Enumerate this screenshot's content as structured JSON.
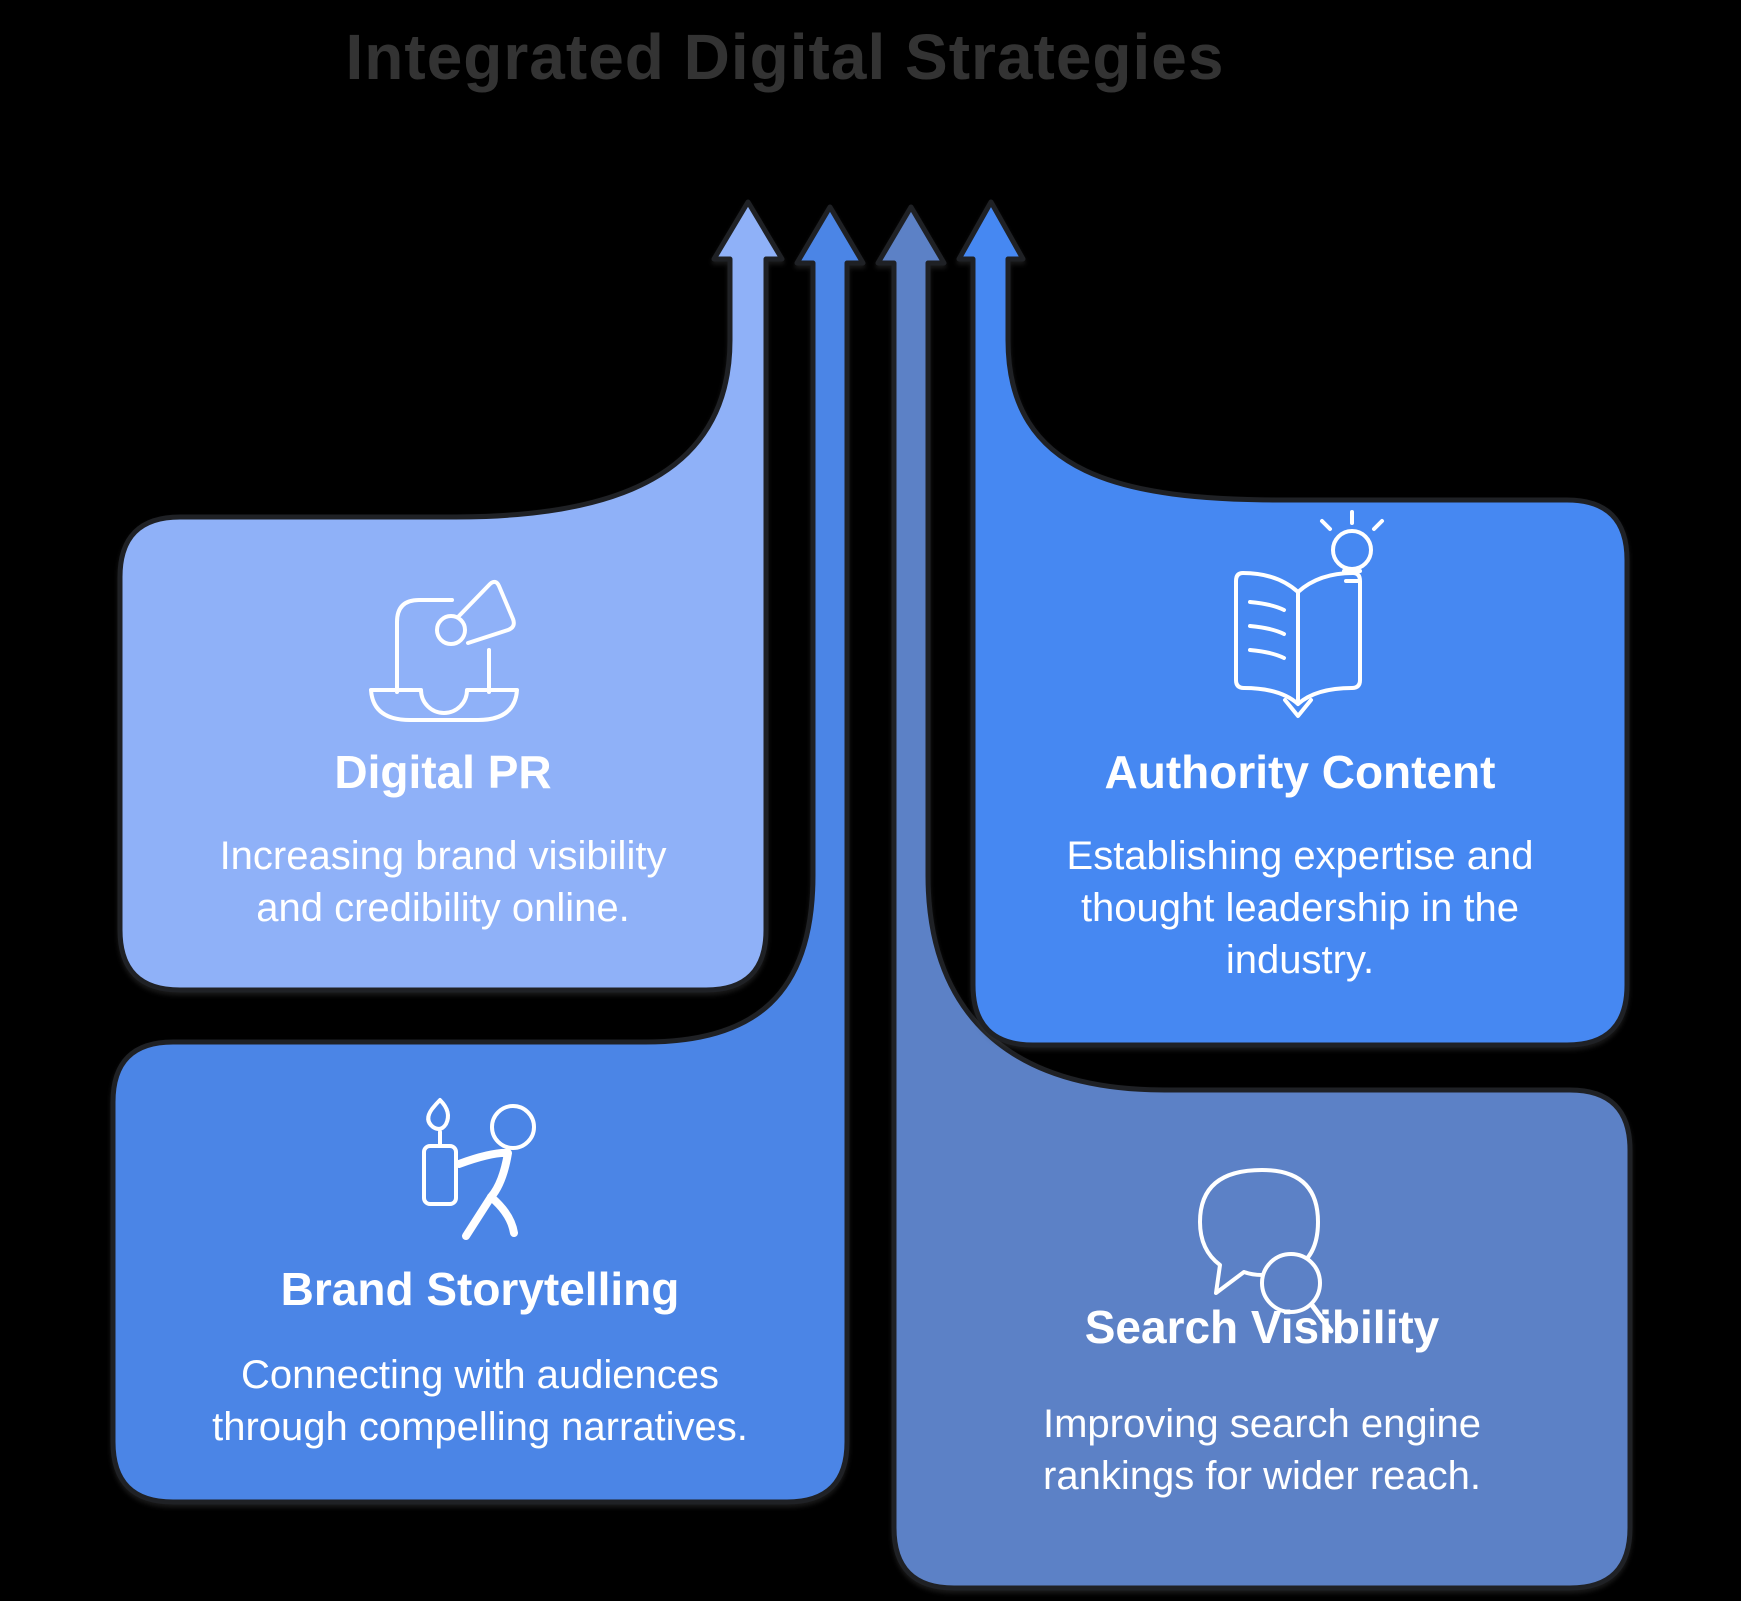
{
  "title": "Integrated Digital Strategies",
  "colors": {
    "background": "#000000",
    "title_text": "#333333",
    "card_text": "#ffffff",
    "outline": "#1f2125",
    "icon_stroke": "#ffffff",
    "digital_pr": "#8fb1f8",
    "authority_content": "#4688f2",
    "brand_storytelling": "#4b85e6",
    "search_visibility": "#5c81c6"
  },
  "cards": [
    {
      "id": "digital-pr",
      "title": "Digital PR",
      "icon": "laptop-megaphone-icon",
      "desc_lines": [
        "Increasing brand visibility",
        "and credibility online."
      ]
    },
    {
      "id": "authority-content",
      "title": "Authority Content",
      "icon": "book-lightbulb-icon",
      "desc_lines": [
        "Establishing expertise and",
        "thought leadership in the",
        "industry."
      ]
    },
    {
      "id": "brand-storytelling",
      "title": "Brand Storytelling",
      "icon": "person-torch-icon",
      "desc_lines": [
        "Connecting with audiences",
        "through compelling narratives."
      ]
    },
    {
      "id": "search-visibility",
      "title": "Search Visibility",
      "icon": "speech-bubble-magnifier-icon",
      "desc_lines": [
        "Improving search engine",
        "rankings for wider reach."
      ]
    }
  ]
}
